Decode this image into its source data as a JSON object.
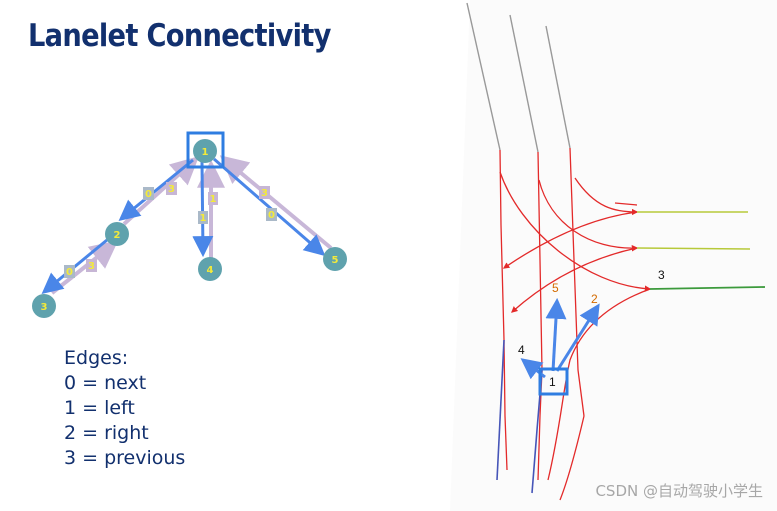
{
  "slide": {
    "title": "Lanelet Connectivity"
  },
  "legend": {
    "heading": "Edges:",
    "items": [
      "0 = next",
      "1 = left",
      "2 = right",
      "3 = previous"
    ]
  },
  "graph": {
    "nodes": [
      {
        "id": "1"
      },
      {
        "id": "2"
      },
      {
        "id": "3"
      },
      {
        "id": "4"
      },
      {
        "id": "5"
      }
    ],
    "edge_labels": [
      {
        "from": "2",
        "to": "3",
        "label": "0"
      },
      {
        "from": "3",
        "to": "2",
        "label": "3"
      },
      {
        "from": "1",
        "to": "2",
        "label": "0"
      },
      {
        "from": "2",
        "to": "1",
        "label": "3"
      },
      {
        "from": "1",
        "to": "4",
        "label": "1"
      },
      {
        "from": "4",
        "to": "1",
        "label": "1"
      },
      {
        "from": "1",
        "to": "5",
        "label": "0"
      },
      {
        "from": "5",
        "to": "1",
        "label": "3"
      }
    ],
    "colors": {
      "node_fill": "#5fa2ad",
      "node_text": "#f3ea3a",
      "forward_edge": "#4a86e8",
      "backward_edge": "#c8b7d8",
      "highlight_box": "#2f7de1"
    }
  },
  "map": {
    "lane_ids": [
      "1",
      "2",
      "3",
      "4",
      "5"
    ],
    "colors": {
      "lanelet_red": "#e32a2a",
      "lanelet_gray": "#999999",
      "lanelet_blue": "#4655b8",
      "lanelet_yellow": "#b7c93a",
      "lanelet_green": "#3c9a3c",
      "annotation_blue": "#4a86e8",
      "label_orange": "#d36b00"
    }
  },
  "watermark": "CSDN @自动驾驶小学生"
}
